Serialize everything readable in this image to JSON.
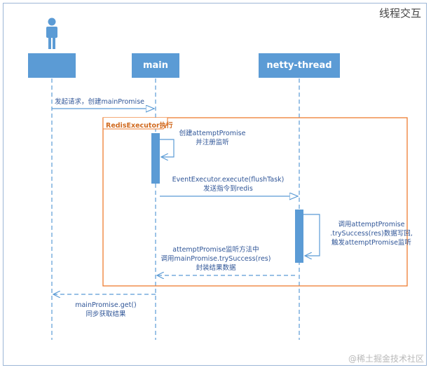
{
  "diagram": {
    "title": "线程交互",
    "participants": {
      "user": "",
      "main": "main",
      "netty": "netty-thread"
    },
    "frame_label": "RedisExecutor执行",
    "messages": {
      "m1": "发起请求，创建mainPromise",
      "m2_line1": "创建attemptPromise",
      "m2_line2": "并注册监听",
      "m3_line1": "EventExecutor.execute(flushTask)",
      "m3_line2": "发送指令到redis",
      "m4_line1": "调用attemptPromise",
      "m4_line2": ".trySuccess(res)数据写回,",
      "m4_line3": "触发attemptPromise监听",
      "m5_line1": "attemptPromise监听方法中",
      "m5_line2": "调用mainPromise.trySuccess(res)",
      "m5_line3": "封装结果数据",
      "m6_line1": "mainPromise.get()",
      "m6_line2": "同步获取结果"
    },
    "watermark": "@稀土掘金技术社区",
    "colors": {
      "participant": "#5b9bd5",
      "lifeline": "#5b9bd5",
      "frame": "#ed7d31",
      "text": "#2f5597"
    }
  }
}
